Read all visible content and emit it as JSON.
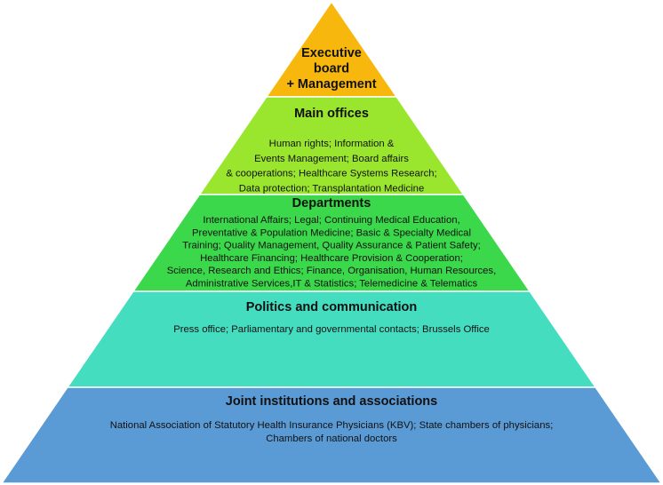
{
  "tiers": [
    {
      "title_lines": [
        "Executive",
        "board",
        "+ Management"
      ],
      "text_lines": [],
      "color": "#F8B70C"
    },
    {
      "title_lines": [
        "Main offices"
      ],
      "text_lines": [
        "Human rights; Information &",
        "Events Management; Board affairs",
        "& cooperations; Healthcare Systems Research;",
        "Data protection; Transplantation Medicine"
      ],
      "color": "#9AE62F"
    },
    {
      "title_lines": [
        "Departments"
      ],
      "text_lines": [
        "International Affairs; Legal; Continuing Medical Education,",
        "Preventative & Population Medicine; Basic & Specialty Medical",
        "Training; Quality Management, Quality Assurance & Patient Safety;",
        "Healthcare Financing; Healthcare Provision & Cooperation;",
        "Science, Research and Ethics; Finance, Organisation, Human Resources,",
        "Administrative Services,IT & Statistics; Telemedicine & Telematics"
      ],
      "color": "#3AD84A"
    },
    {
      "title_lines": [
        "Politics and communication"
      ],
      "text_lines": [
        "Press office; Parliamentary and governmental contacts; Brussels Office"
      ],
      "color": "#45DDC0"
    },
    {
      "title_lines": [
        "Joint institutions and associations"
      ],
      "text_lines": [
        "National Association of Statutory Health Insurance Physicians (KBV); State chambers of physicians;",
        "Chambers of national doctors"
      ],
      "color": "#5B9BD5"
    }
  ]
}
